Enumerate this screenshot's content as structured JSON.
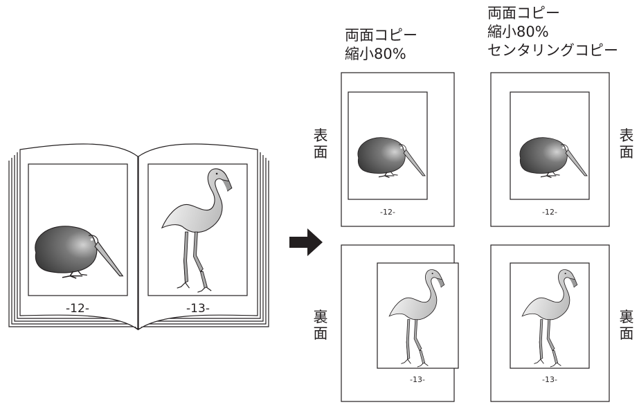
{
  "book": {
    "left_page_number": "-12-",
    "right_page_number": "-13-"
  },
  "columns": [
    {
      "label_lines": [
        "両面コピー",
        "縮小80%"
      ]
    },
    {
      "label_lines": [
        "両面コピー",
        "縮小80%",
        "センタリングコピー"
      ]
    }
  ],
  "side_labels": {
    "front": [
      "表",
      "面"
    ],
    "back": [
      "裏",
      "面"
    ]
  },
  "output_pages": {
    "front_page_number": "-12-",
    "back_page_number": "-13-"
  },
  "colors": {
    "ink": "#231f20",
    "kiwi_dark": "#3a3a3a",
    "kiwi_light": "#cfcfcf"
  }
}
